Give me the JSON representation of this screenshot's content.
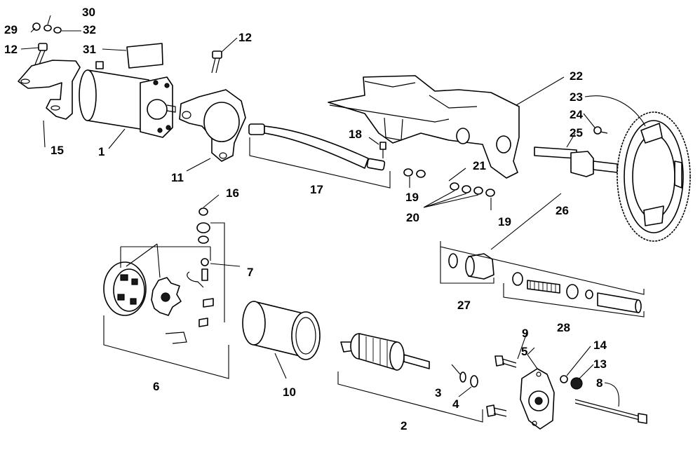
{
  "diagram": {
    "callouts": [
      {
        "id": "c30",
        "label": "30"
      },
      {
        "id": "c29",
        "label": "29"
      },
      {
        "id": "c32",
        "label": "32"
      },
      {
        "id": "c12a",
        "label": "12"
      },
      {
        "id": "c31",
        "label": "31"
      },
      {
        "id": "c12b",
        "label": "12"
      },
      {
        "id": "c15",
        "label": "15"
      },
      {
        "id": "c1",
        "label": "1"
      },
      {
        "id": "c11",
        "label": "11"
      },
      {
        "id": "c17",
        "label": "17"
      },
      {
        "id": "c18",
        "label": "18"
      },
      {
        "id": "c19a",
        "label": "19"
      },
      {
        "id": "c22",
        "label": "22"
      },
      {
        "id": "c23",
        "label": "23"
      },
      {
        "id": "c24",
        "label": "24"
      },
      {
        "id": "c25",
        "label": "25"
      },
      {
        "id": "c21",
        "label": "21"
      },
      {
        "id": "c20",
        "label": "20"
      },
      {
        "id": "c19b",
        "label": "19"
      },
      {
        "id": "c26",
        "label": "26"
      },
      {
        "id": "c16",
        "label": "16"
      },
      {
        "id": "c7",
        "label": "7"
      },
      {
        "id": "c27",
        "label": "27"
      },
      {
        "id": "c28",
        "label": "28"
      },
      {
        "id": "c6",
        "label": "6"
      },
      {
        "id": "c10",
        "label": "10"
      },
      {
        "id": "c9",
        "label": "9"
      },
      {
        "id": "c5",
        "label": "5"
      },
      {
        "id": "c14",
        "label": "14"
      },
      {
        "id": "c13",
        "label": "13"
      },
      {
        "id": "c8",
        "label": "8"
      },
      {
        "id": "c3",
        "label": "3"
      },
      {
        "id": "c4",
        "label": "4"
      },
      {
        "id": "c2",
        "label": "2"
      }
    ]
  }
}
